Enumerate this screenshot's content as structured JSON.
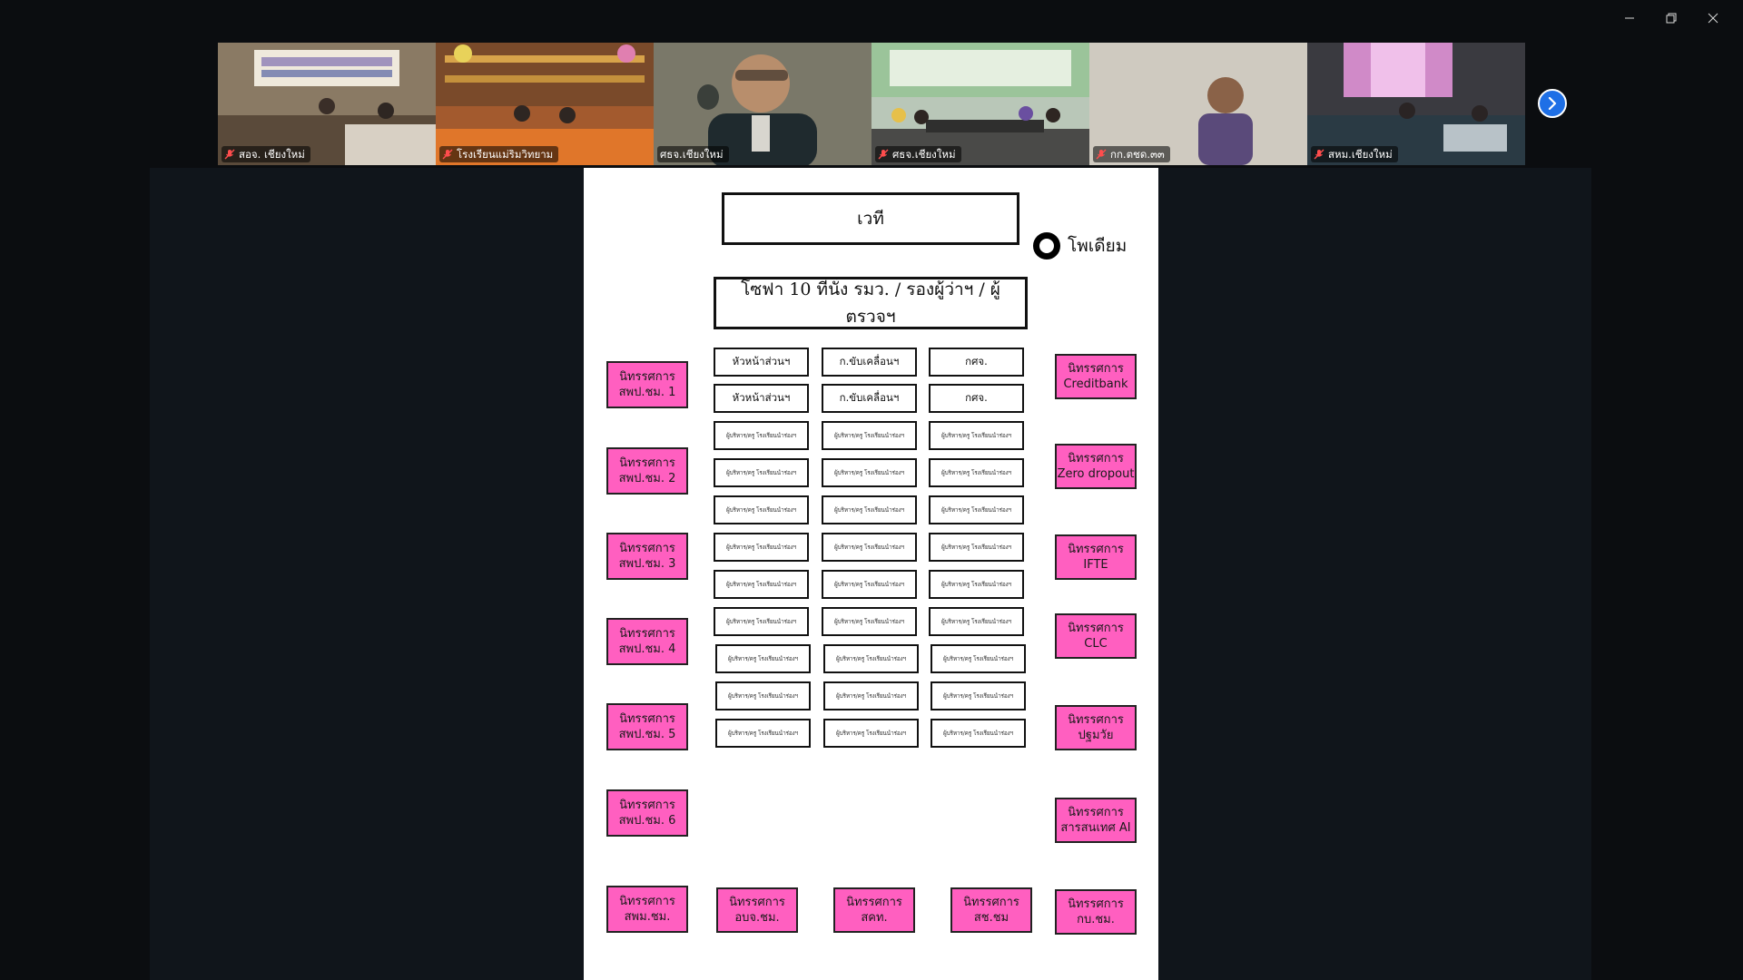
{
  "window": {
    "controls": {
      "minimize_icon": "minimize-icon",
      "restore_icon": "restore-icon",
      "close_icon": "close-icon"
    }
  },
  "participants": [
    {
      "name": "สอจ. เชียงใหม่",
      "muted": true,
      "active": false,
      "scene": "college"
    },
    {
      "name": "โรงเรียนแม่ริมวิทยาม",
      "muted": true,
      "active": false,
      "scene": "library"
    },
    {
      "name": "ศธจ.เชียงใหม่",
      "muted": false,
      "active": true,
      "scene": "speaker"
    },
    {
      "name": "ศธจ.เชียงใหม่",
      "muted": true,
      "active": false,
      "scene": "meeting"
    },
    {
      "name": "กก.ตชด.๓๓",
      "muted": true,
      "active": false,
      "scene": "single"
    },
    {
      "name": "สหม.เชียงใหม่",
      "muted": true,
      "active": false,
      "scene": "office"
    }
  ],
  "colors": {
    "pink_box": "#ff5fc0",
    "active_tile_border": "#3ad37a",
    "next_button": "#1e6fe6"
  },
  "seating_chart": {
    "stage_label": "เวที",
    "podium_label": "โพเดียม",
    "sofa_label": "โซฟา 10 ที่นั่ง รมว. / รองผู้ว่าฯ / ผู้ตรวจฯ",
    "head_rows": [
      [
        "หัวหน้าส่วนฯ",
        "ก.ขับเคลื่อนฯ",
        "กศจ."
      ],
      [
        "หัวหน้าส่วนฯ",
        "ก.ขับเคลื่อนฯ",
        "กศจ."
      ]
    ],
    "seat_label": "ผู้บริหาร/ครู โรงเรียนนำร่องฯ",
    "seat_row_count": 9,
    "left_booths": [
      "นิทรรศการ\nสพป.ชม. 1",
      "นิทรรศการ\nสพป.ชม. 2",
      "นิทรรศการ\nสพป.ชม. 3",
      "นิทรรศการ\nสพป.ชม. 4",
      "นิทรรศการ\nสพป.ชม. 5",
      "นิทรรศการ\nสพป.ชม. 6",
      "นิทรรศการ\nสพม.ชม."
    ],
    "right_booths": [
      "นิทรรศการ\nCreditbank",
      "นิทรรศการ\nZero dropout",
      "นิทรรศการ\nIFTE",
      "นิทรรศการ\nCLC",
      "นิทรรศการ\nปฐมวัย",
      "นิทรรศการ\nสารสนเทศ AI",
      "นิทรรศการ\nกบ.ชม."
    ],
    "bottom_booths": [
      "นิทรรศการ\nอบจ.ชม.",
      "นิทรรศการ\nสคท.",
      "นิทรรศการ\nสช.ชม"
    ]
  }
}
